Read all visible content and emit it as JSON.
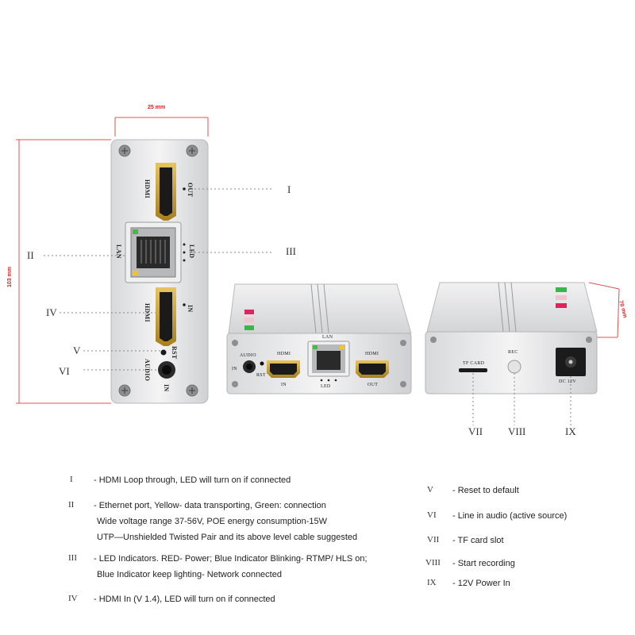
{
  "header": {
    "faint_title": "",
    "faint_sub_left": "",
    "faint_sub_right": ""
  },
  "dimensions": {
    "width": "25 mm",
    "height": "103 mm",
    "depth": "70 mm"
  },
  "front_panel": {
    "hdmi_out_label": "HDMI",
    "out_label": "OUT",
    "lan_label": "LAN",
    "led_label": "LED",
    "hdmi_in_label": "HDMI",
    "in_label": "IN",
    "rst_label": "RST",
    "audio_label": "AUDIO",
    "audio_in_label": "IN"
  },
  "middle_device": {
    "audio_label": "AUDIO",
    "in_label": "IN",
    "rst_label": "RST",
    "hdmi_in_label": "HDMI",
    "hdmi_in_sub": "IN",
    "lan_label": "LAN",
    "led_label": "LED",
    "hdmi_out_label": "HDMI",
    "hdmi_out_sub": "OUT"
  },
  "right_device": {
    "tf_label": "TF CARD",
    "rec_label": "REC",
    "power_label": "DC 12V"
  },
  "callouts": {
    "i": "I",
    "ii": "II",
    "iii": "III",
    "iv": "IV",
    "v": "V",
    "vi": "VI",
    "vii": "VII",
    "viii": "VIII",
    "ix": "IX"
  },
  "legend_left": [
    {
      "num": "I",
      "lines": [
        "- HDMI Loop through, LED will turn on if connected"
      ]
    },
    {
      "num": "II",
      "lines": [
        "- Ethernet port, Yellow- data transporting, Green: connection",
        "Wide voltage range 37-56V, POE  energy consumption-15W",
        "UTP—Unshielded Twisted Pair and its above level cable suggested"
      ]
    },
    {
      "num": "III",
      "lines": [
        "- LED Indicators.  RED- Power; Blue Indicator Blinking- RTMP/ HLS on;",
        "Blue  Indicator keep lighting- Network connected"
      ]
    },
    {
      "num": "IV",
      "lines": [
        "- HDMI In (V 1.4), LED will turn on if connected"
      ]
    }
  ],
  "legend_right": [
    {
      "num": "V",
      "text": "- Reset to default"
    },
    {
      "num": "VI",
      "text": "- Line in audio (active source)"
    },
    {
      "num": "VII",
      "text": "- TF card slot"
    },
    {
      "num": "VIII",
      "text": "- Start recording"
    },
    {
      "num": "IX",
      "text": "- 12V Power In"
    }
  ],
  "colors": {
    "dimension_red": "#d62020",
    "aluminum": "#e6e7e8",
    "hdmi_gold": "#c9a23a",
    "led_green": "#3ab54a",
    "led_red": "#e0245e"
  }
}
